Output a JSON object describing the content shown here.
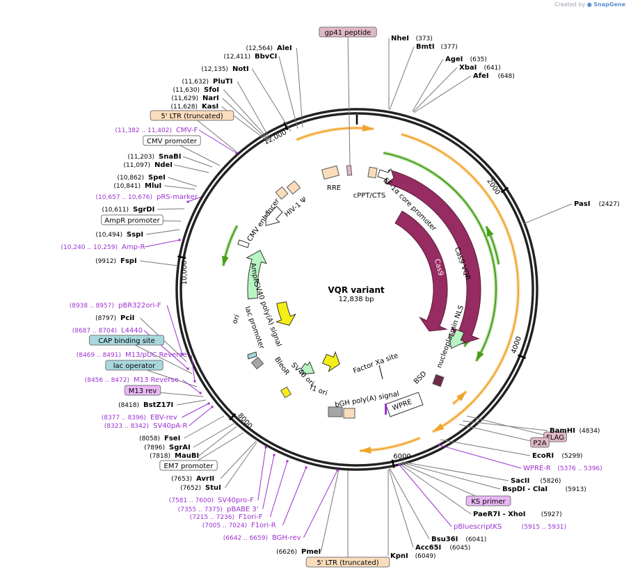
{
  "watermark": {
    "prefix": "Created by",
    "brand": "SnapGene"
  },
  "plasmid": {
    "name": "VQR variant",
    "length": "12,838 bp",
    "total_bp": 12838
  },
  "colors": {
    "backbone": "#222222",
    "site": "#000000",
    "primer": "#9b30d0",
    "cas9": "#962c62",
    "orange_arc": "#f0a429",
    "green_arc": "#44a015",
    "light_green": "#b7f5c2",
    "yellow": "#f4ee14",
    "peach": "#fadcbc",
    "pink_box": "#e0b8c8",
    "cyan_box": "#a8d7de",
    "violet_box": "#e9b7f5",
    "gray": "#a6a6a6"
  },
  "ruler_ticks": [
    {
      "bp": 2000,
      "label": "2000"
    },
    {
      "bp": 4000,
      "label": "4000"
    },
    {
      "bp": 6000,
      "label": "6000"
    },
    {
      "bp": 8000,
      "label": "8000"
    },
    {
      "bp": 10000,
      "label": "10,000"
    },
    {
      "bp": 12000,
      "label": "12,000"
    }
  ],
  "annotations": [
    {
      "text": "AleI",
      "num": "(12,564)",
      "kind": "site"
    },
    {
      "text": "BbvCI",
      "num": "(12,411)",
      "kind": "site"
    },
    {
      "text": "NotI",
      "num": "(12,135)",
      "kind": "site"
    },
    {
      "text": "PluTI",
      "num": "(11,632)",
      "kind": "site"
    },
    {
      "text": "SfoI",
      "num": "(11,630)",
      "kind": "site"
    },
    {
      "text": "NarI",
      "num": "(11,629)",
      "kind": "site"
    },
    {
      "text": "KasI",
      "num": "(11,628)",
      "kind": "site"
    },
    {
      "text": "5' LTR (truncated)",
      "num": "",
      "kind": "peach"
    },
    {
      "text": "CMV-F",
      "num": "(11,382 .. 11,402)",
      "kind": "primer"
    },
    {
      "text": "CMV promoter",
      "num": "",
      "kind": "white"
    },
    {
      "text": "SnaBI",
      "num": "(11,203)",
      "kind": "site"
    },
    {
      "text": "NdeI",
      "num": "(11,097)",
      "kind": "site"
    },
    {
      "text": "SpeI",
      "num": "(10,862)",
      "kind": "site"
    },
    {
      "text": "MluI",
      "num": "(10,841)",
      "kind": "site"
    },
    {
      "text": "pRS-marker",
      "num": "(10,657 .. 10,676)",
      "kind": "primer"
    },
    {
      "text": "SgrDI",
      "num": "(10,611)",
      "kind": "site"
    },
    {
      "text": "AmpR promoter",
      "num": "",
      "kind": "white"
    },
    {
      "text": "SspI",
      "num": "(10,494)",
      "kind": "site"
    },
    {
      "text": "Amp-R",
      "num": "(10,240 .. 10,259)",
      "kind": "primer"
    },
    {
      "text": "FspI",
      "num": "(9912)",
      "kind": "site"
    },
    {
      "text": "pBR322ori-F",
      "num": "(8938 .. 8957)",
      "kind": "primer"
    },
    {
      "text": "PciI",
      "num": "(8797)",
      "kind": "site"
    },
    {
      "text": "L4440",
      "num": "(8687 .. 8704)",
      "kind": "primer"
    },
    {
      "text": "CAP binding site",
      "num": "",
      "kind": "cyan"
    },
    {
      "text": "M13/pUC Reverse",
      "num": "(8469 .. 8491)",
      "kind": "primer"
    },
    {
      "text": "lac operator",
      "num": "",
      "kind": "cyan"
    },
    {
      "text": "M13 Reverse",
      "num": "(8456 .. 8472)",
      "kind": "primer"
    },
    {
      "text": "M13 rev",
      "num": "",
      "kind": "violet"
    },
    {
      "text": "BstZ17I",
      "num": "(8418)",
      "kind": "site"
    },
    {
      "text": "EBV-rev",
      "num": "(8377 .. 8396)",
      "kind": "primer"
    },
    {
      "text": "SV40pA-R",
      "num": "(8323 .. 8342)",
      "kind": "primer"
    },
    {
      "text": "FseI",
      "num": "(8058)",
      "kind": "site"
    },
    {
      "text": "SgrAI",
      "num": "(7896)",
      "kind": "site"
    },
    {
      "text": "MauBI",
      "num": "(7818)",
      "kind": "site"
    },
    {
      "text": "EM7 promoter",
      "num": "",
      "kind": "white"
    },
    {
      "text": "AvrII",
      "num": "(7653)",
      "kind": "site"
    },
    {
      "text": "StuI",
      "num": "(7652)",
      "kind": "site"
    },
    {
      "text": "SV40pro-F",
      "num": "(7581 .. 7600)",
      "kind": "primer"
    },
    {
      "text": "pBABE 3'",
      "num": "(7355 .. 7375)",
      "kind": "primer"
    },
    {
      "text": "F1ori-F",
      "num": "(7215 .. 7236)",
      "kind": "primer"
    },
    {
      "text": "F1ori-R",
      "num": "(7005 .. 7024)",
      "kind": "primer"
    },
    {
      "text": "BGH-rev",
      "num": "(6642 .. 6659)",
      "kind": "primer"
    },
    {
      "text": "PmeI",
      "num": "(6626)",
      "kind": "site"
    },
    {
      "text": "5' LTR (truncated)",
      "num": "",
      "kind": "peach"
    },
    {
      "text": "gp41 peptide",
      "num": "",
      "kind": "pink"
    },
    {
      "text": "NheI",
      "num": "(373)",
      "kind": "site"
    },
    {
      "text": "BmtI",
      "num": "(377)",
      "kind": "site"
    },
    {
      "text": "AgeI",
      "num": "(635)",
      "kind": "site"
    },
    {
      "text": "XbaI",
      "num": "(641)",
      "kind": "site"
    },
    {
      "text": "AfeI",
      "num": "(648)",
      "kind": "site"
    },
    {
      "text": "PasI",
      "num": "(2427)",
      "kind": "site"
    },
    {
      "text": "FLAG",
      "num": "",
      "kind": "pink"
    },
    {
      "text": "BamHI",
      "num": "(4834)",
      "kind": "site"
    },
    {
      "text": "P2A",
      "num": "",
      "kind": "pink"
    },
    {
      "text": "EcoRI",
      "num": "(5299)",
      "kind": "site"
    },
    {
      "text": "WPRE-R",
      "num": "(5376 .. 5396)",
      "kind": "primer"
    },
    {
      "text": "SacII",
      "num": "(5826)",
      "kind": "site"
    },
    {
      "text": "BspDI - ClaI",
      "num": "(5913)",
      "kind": "site"
    },
    {
      "text": "KS primer",
      "num": "",
      "kind": "violet"
    },
    {
      "text": "PaeR7I - XhoI",
      "num": "(5927)",
      "kind": "site"
    },
    {
      "text": "pBluescriptKS",
      "num": "(5915 .. 5931)",
      "kind": "primer"
    },
    {
      "text": "Bsu36I",
      "num": "(6041)",
      "kind": "site"
    },
    {
      "text": "Acc65I",
      "num": "(6045)",
      "kind": "site"
    },
    {
      "text": "KpnI",
      "num": "(6049)",
      "kind": "site"
    }
  ],
  "features": [
    {
      "name": "RRE",
      "kind": "peach"
    },
    {
      "name": "cPPT/CTS",
      "kind": "peach"
    },
    {
      "name": "EF-1α core promoter",
      "kind": "white"
    },
    {
      "name": "Cas9 VQR",
      "kind": "cas9"
    },
    {
      "name": "Cas9",
      "kind": "cas9"
    },
    {
      "name": "nucleoplasmin NLS",
      "kind": "cas9"
    },
    {
      "name": "BSD",
      "kind": "green"
    },
    {
      "name": "WPRE",
      "kind": "white"
    },
    {
      "name": "Factor Xa site",
      "kind": "plain"
    },
    {
      "name": "bGH poly(A) signal",
      "kind": "gray"
    },
    {
      "name": "f1 ori",
      "kind": "yellow"
    },
    {
      "name": "SV40 ori",
      "kind": "yellow"
    },
    {
      "name": "BleoR",
      "kind": "green"
    },
    {
      "name": "SV40 poly(A) signal",
      "kind": "gray"
    },
    {
      "name": "lac promoter",
      "kind": "white"
    },
    {
      "name": "ori",
      "kind": "yellow"
    },
    {
      "name": "AmpR",
      "kind": "green"
    },
    {
      "name": "CMV enhancer",
      "kind": "white"
    },
    {
      "name": "HIV-1 Ψ",
      "kind": "peach"
    }
  ]
}
